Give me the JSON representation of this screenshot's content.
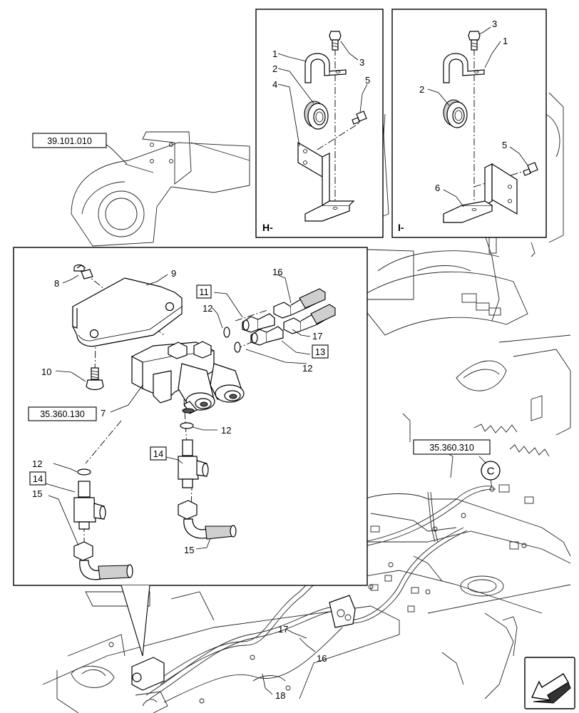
{
  "refs": {
    "r39": "39.101.010",
    "r35a": "35.360.130",
    "r35b": "35.360.310"
  },
  "views": {
    "h": "H-",
    "i": "I-",
    "c": "C"
  },
  "labels": {
    "h1": "1",
    "h2": "2",
    "h3": "3",
    "h4": "4",
    "h5": "5",
    "i3": "3",
    "i1": "1",
    "i2": "2",
    "i5": "5",
    "i6": "6",
    "p7": "7",
    "p8": "8",
    "p9": "9",
    "p10": "10",
    "p11": "11",
    "p12a": "12",
    "p12b": "12",
    "p12c": "12",
    "p12d": "12",
    "p13": "13",
    "p14a": "14",
    "p14b": "14",
    "p15a": "15",
    "p15b": "15",
    "p16": "16",
    "p17": "17",
    "p16m": "16",
    "p17m": "17",
    "p18": "18"
  },
  "icons": [
    "arrow-navigation-icon"
  ]
}
